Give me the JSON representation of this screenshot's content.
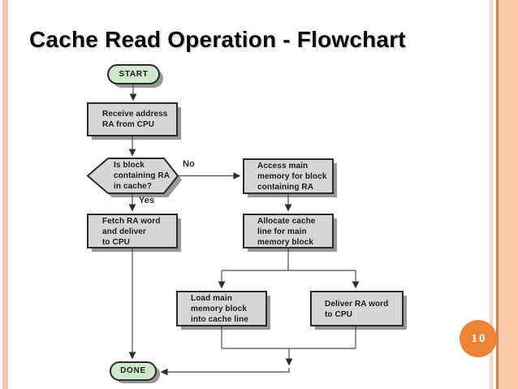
{
  "slide": {
    "title": "Cache Read Operation - Flowchart",
    "page_number": "10"
  },
  "colors": {
    "accent_stripe_left": "#f6c6b0",
    "accent_stripe_light": "#fbd8c2",
    "accent_stripe_dark": "#db7f4b",
    "accent_band": "#fcc9a9",
    "page_badge": "#ee8336",
    "terminator_fill": "#cfe8cd",
    "process_fill": "#d6d6d6",
    "node_border": "#2b2b2b",
    "node_shadow": "#989898",
    "connector": "#4d4d4d"
  },
  "flowchart": {
    "nodes": {
      "start": {
        "type": "terminator",
        "label": "START"
      },
      "receive": {
        "type": "process",
        "lines": [
          "Receive address",
          "RA from CPU"
        ]
      },
      "decision": {
        "type": "decision",
        "lines": [
          "Is block",
          "containing RA",
          "in cache?"
        ]
      },
      "access": {
        "type": "process",
        "lines": [
          "Access main",
          "memory for block",
          "containing RA"
        ]
      },
      "fetch": {
        "type": "process",
        "lines": [
          "Fetch RA word",
          "and deliver",
          "to CPU"
        ]
      },
      "allocate": {
        "type": "process",
        "lines": [
          "Allocate cache",
          "line for main",
          "memory block"
        ]
      },
      "load": {
        "type": "process",
        "lines": [
          "Load main",
          "memory block",
          "into cache line"
        ]
      },
      "deliver": {
        "type": "process",
        "lines": [
          "Deliver RA word",
          "to CPU"
        ]
      },
      "done": {
        "type": "terminator",
        "label": "DONE"
      }
    },
    "edge_labels": {
      "no": "No",
      "yes": "Yes"
    }
  }
}
